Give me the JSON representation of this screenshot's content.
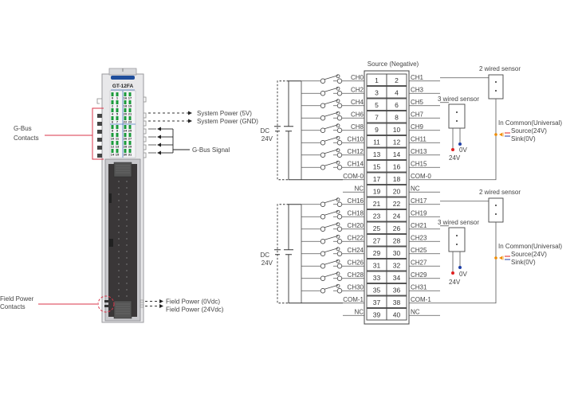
{
  "module": {
    "model": "GT-12FA",
    "led_rows": [
      [
        "0",
        "1",
        "16",
        "17"
      ],
      [
        "2",
        "3",
        "18",
        "19"
      ],
      [
        "4",
        "5",
        "20",
        "21"
      ],
      [
        "6",
        "7",
        "22",
        "23"
      ],
      [
        "8",
        "9",
        "24",
        "25"
      ],
      [
        "10",
        "11",
        "26",
        "27"
      ],
      [
        "12",
        "13",
        "28",
        "29"
      ],
      [
        "14",
        "15",
        "30",
        "31"
      ]
    ]
  },
  "left_labels": {
    "gbus_contacts": [
      "G-Bus",
      "Contacts"
    ],
    "field_power_contacts": [
      "Field Power",
      "Contacts"
    ],
    "system_power_5v": "System Power (5V)",
    "system_power_gnd": "System Power (GND)",
    "gbus_signal": "G-Bus Signal",
    "field_power_0v": "Field Power (0Vdc)",
    "field_power_24v": "Field Power (24Vdc)"
  },
  "wiring": {
    "title": "Source (Negative)",
    "dc_label": [
      "DC",
      "24V"
    ],
    "groups": [
      {
        "rows": [
          {
            "left": "CH0",
            "pins": [
              "1",
              "2"
            ],
            "right": "CH1"
          },
          {
            "left": "CH2",
            "pins": [
              "3",
              "4"
            ],
            "right": "CH3"
          },
          {
            "left": "CH4",
            "pins": [
              "5",
              "6"
            ],
            "right": "CH5"
          },
          {
            "left": "CH6",
            "pins": [
              "7",
              "8"
            ],
            "right": "CH7"
          },
          {
            "left": "CH8",
            "pins": [
              "9",
              "10"
            ],
            "right": "CH9"
          },
          {
            "left": "CH10",
            "pins": [
              "11",
              "12"
            ],
            "right": "CH11"
          },
          {
            "left": "CH12",
            "pins": [
              "13",
              "14"
            ],
            "right": "CH13"
          },
          {
            "left": "CH14",
            "pins": [
              "15",
              "16"
            ],
            "right": "CH15"
          },
          {
            "left": "COM-0",
            "pins": [
              "17",
              "18"
            ],
            "right": "COM-0"
          },
          {
            "left": "NC",
            "pins": [
              "19",
              "20"
            ],
            "right": "NC"
          }
        ]
      },
      {
        "rows": [
          {
            "left": "CH16",
            "pins": [
              "21",
              "22"
            ],
            "right": "CH17"
          },
          {
            "left": "CH18",
            "pins": [
              "23",
              "24"
            ],
            "right": "CH19"
          },
          {
            "left": "CH20",
            "pins": [
              "25",
              "26"
            ],
            "right": "CH21"
          },
          {
            "left": "CH22",
            "pins": [
              "27",
              "28"
            ],
            "right": "CH23"
          },
          {
            "left": "CH24",
            "pins": [
              "29",
              "30"
            ],
            "right": "CH25"
          },
          {
            "left": "CH26",
            "pins": [
              "31",
              "32"
            ],
            "right": "CH27"
          },
          {
            "left": "CH28",
            "pins": [
              "33",
              "34"
            ],
            "right": "CH29"
          },
          {
            "left": "CH30",
            "pins": [
              "35",
              "36"
            ],
            "right": "CH31"
          },
          {
            "left": "COM-1",
            "pins": [
              "37",
              "38"
            ],
            "right": "COM-1"
          },
          {
            "left": "NC",
            "pins": [
              "39",
              "40"
            ],
            "right": "NC"
          }
        ]
      }
    ],
    "sensors": {
      "two_wire": "2 wired sensor",
      "three_wire": "3 wired sensor",
      "v24": "24V",
      "v0": "0V",
      "common": "In Common(Universal)",
      "source": "Source(24V)",
      "sink": "Sink(0V)"
    }
  },
  "colors": {
    "callout_red": "#d9344a",
    "led_green": "#1a9a3a",
    "module_blue": "#1f4e9c",
    "dot_red": "#e02020",
    "dot_blue": "#1f3fa8",
    "dot_orange": "#f08c00"
  }
}
